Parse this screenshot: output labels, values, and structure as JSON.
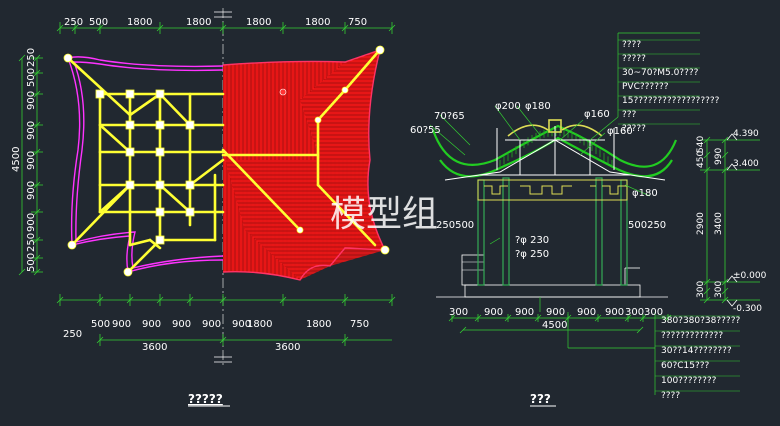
{
  "plan": {
    "top_dims": [
      "250",
      "500",
      "1800",
      "1800",
      "1800",
      "1800",
      "750"
    ],
    "left_dims": [
      "500",
      "250",
      "900",
      "900",
      "900",
      "900",
      "900",
      "250",
      "500"
    ],
    "left_total": "4500",
    "bottom_dims": [
      "500",
      "900",
      "900",
      "900",
      "900",
      "900",
      "1800",
      "1800",
      "750"
    ],
    "bottom_edge": "250",
    "totals": [
      "3600",
      "3600"
    ],
    "title": "?????"
  },
  "elevation": {
    "notes_top": [
      "????",
      "?????",
      "30~70?M5.0????",
      "PVC??????",
      "15??????????????????",
      "???",
      "?????"
    ],
    "member_labels": [
      "70?65",
      "60?55",
      "φ200",
      "φ180",
      "φ160",
      "φ160",
      "φ180"
    ],
    "right_dims": [
      "450",
      "540",
      "990",
      "2900",
      "3400",
      "300",
      "300"
    ],
    "levels": [
      "4.390",
      "3.400",
      "±0.000",
      "-0.300"
    ],
    "bottom_dims": [
      "300",
      "900",
      "900",
      "900",
      "900",
      "900",
      "300",
      "300"
    ],
    "total": "4500",
    "side_dims_left": "250500",
    "side_dims_right": "500250",
    "column_labels": [
      "?φ  230",
      "?φ  250"
    ],
    "notes_bottom": [
      "380?380?38?????",
      "?????????????",
      "30??14????????",
      "60?C15???",
      "100????????",
      "????"
    ],
    "title": "???"
  },
  "watermark": "模型组",
  "colors": {
    "background": "#212830",
    "roof_red": "#ff1a1a",
    "frame_yellow": "#ffff33",
    "eave_magenta": "#ff33ff",
    "dim_green": "#33cc33",
    "ridge_green": "#22cc22",
    "text_white": "#ffffff"
  }
}
